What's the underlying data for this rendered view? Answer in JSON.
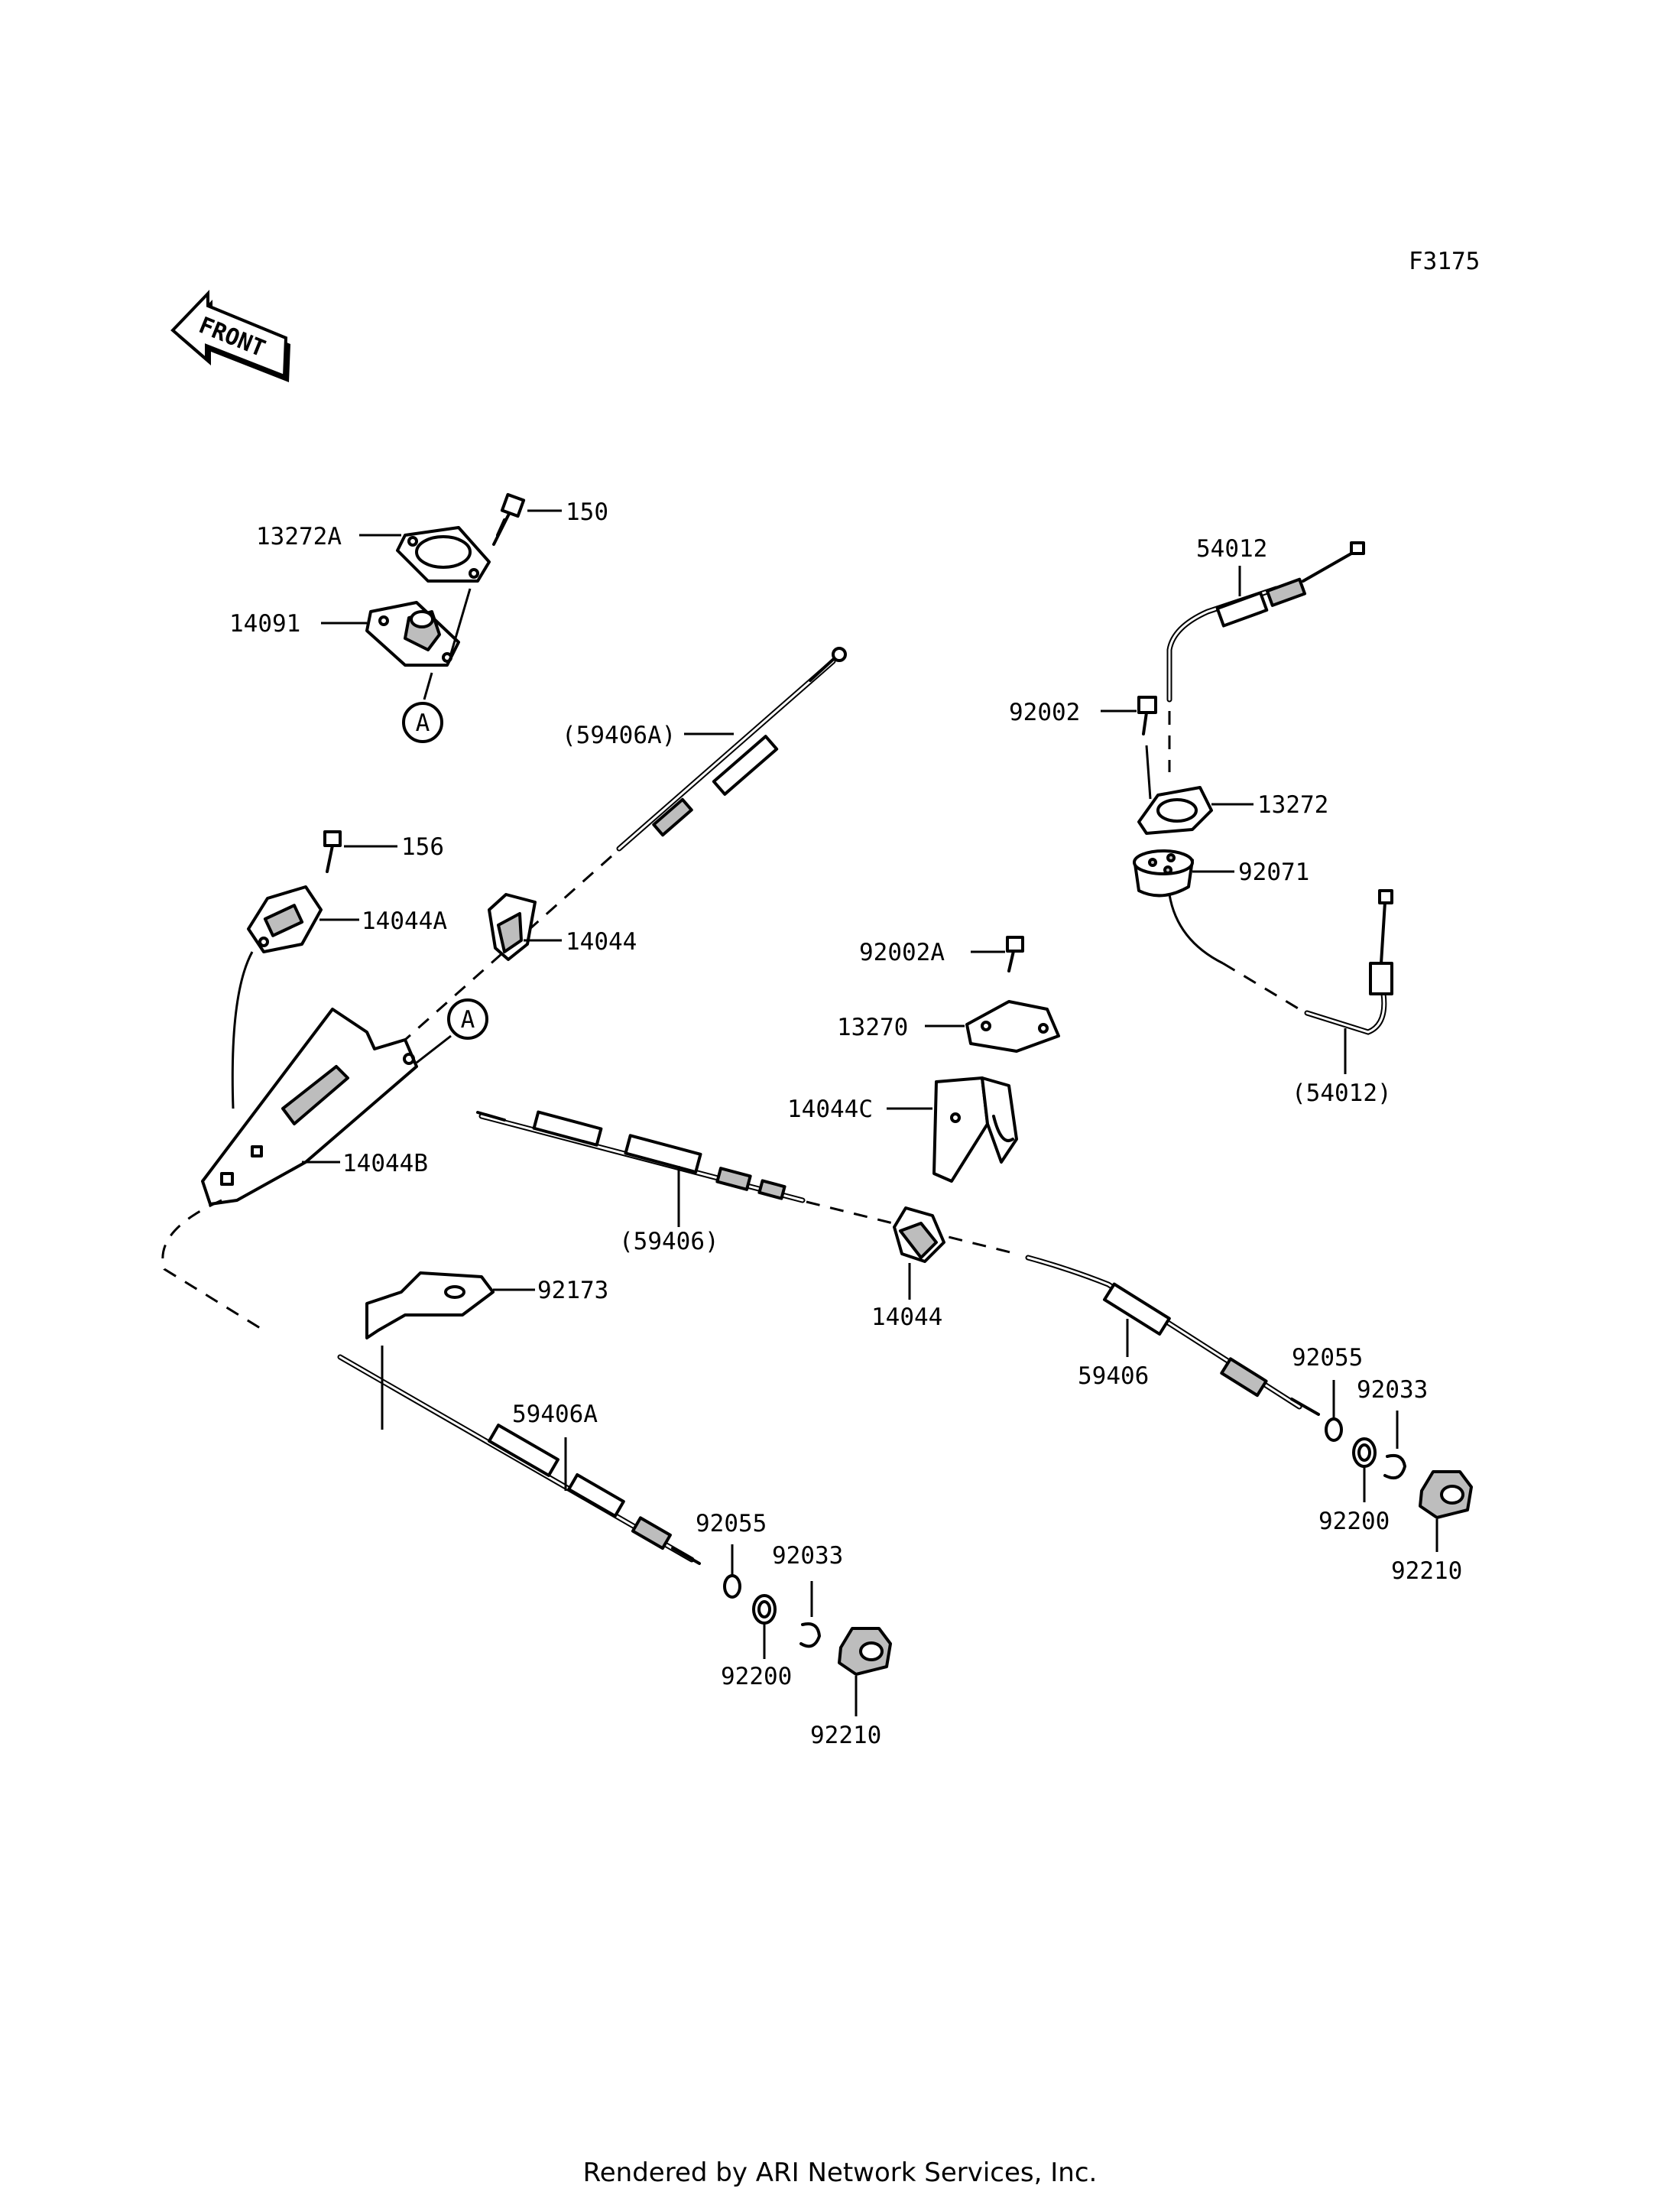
{
  "figure_code": "F3175",
  "front_arrow_text": "FRONT",
  "footer": "Rendered by ARI Network Services, Inc.",
  "callouts": {
    "a1": "A",
    "a2": "A"
  },
  "labels": {
    "p150": "150",
    "p13272A": "13272A",
    "p14091": "14091",
    "p59406A_paren": "(59406A)",
    "p156": "156",
    "p14044A": "14044A",
    "p14044_top": "14044",
    "p14044B": "14044B",
    "p59406_paren": "(59406)",
    "p92002A": "92002A",
    "p13270": "13270",
    "p14044C": "14044C",
    "p14044_mid": "14044",
    "p54012": "54012",
    "p92002": "92002",
    "p13272": "13272",
    "p92071": "92071",
    "p54012_paren": "(54012)",
    "p92173": "92173",
    "p59406A": "59406A",
    "p59406": "59406",
    "p92055_l": "92055",
    "p92033_l": "92033",
    "p92200_l": "92200",
    "p92210_l": "92210",
    "p92055_r": "92055",
    "p92033_r": "92033",
    "p92200_r": "92200",
    "p92210_r": "92210"
  }
}
